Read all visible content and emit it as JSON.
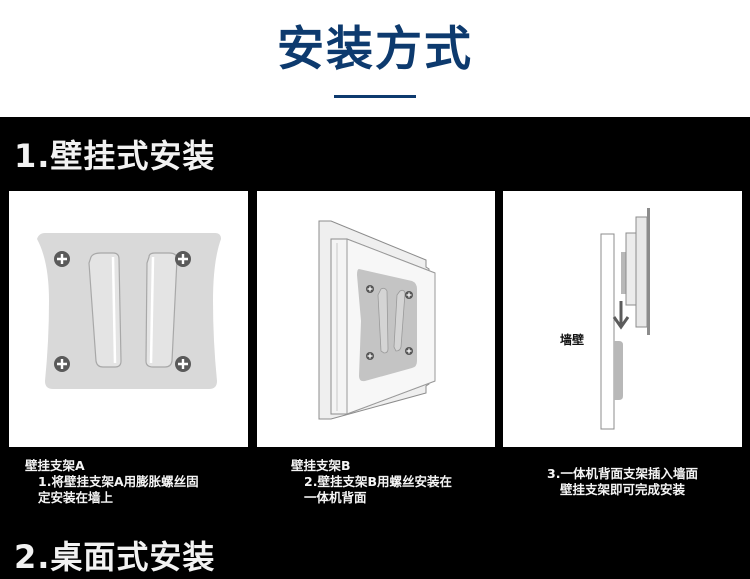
{
  "header": {
    "title": "安装方式",
    "title_color": "#0d3a6e"
  },
  "sections": [
    {
      "heading": "1.壁挂式安装",
      "panels": [
        {
          "illustration": "wall-bracket-a-front-view",
          "caption": {
            "title": "壁挂支架A",
            "line1": "1.将壁挂支架A用膨胀螺丝固",
            "line2": "定安装在墙上"
          }
        },
        {
          "illustration": "wall-bracket-b-on-device-back",
          "caption": {
            "title": "壁挂支架B",
            "line1": "2.壁挂支架B用螺丝安装在",
            "line2": "一体机背面"
          }
        },
        {
          "illustration": "side-view-insert-into-wall-bracket",
          "wall_label": "墙壁",
          "caption": {
            "line1": "3.一体机背面支架插入墙面",
            "line2": "壁挂支架即可完成安装"
          }
        }
      ]
    },
    {
      "heading": "2.桌面式安装"
    }
  ],
  "colors": {
    "background": "#000000",
    "header_bg": "#ffffff",
    "accent_navy": "#0d3a6e",
    "bracket_gray": "#d9d9d9",
    "screw_dark": "#5a5a5a"
  }
}
